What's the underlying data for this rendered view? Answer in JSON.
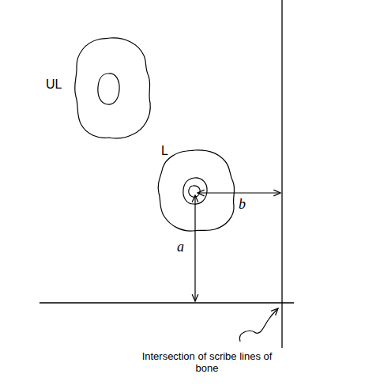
{
  "diagram": {
    "labels": [
      "UL",
      "L",
      "a",
      "b",
      "Intersection of scribe lines of bone"
    ]
  }
}
